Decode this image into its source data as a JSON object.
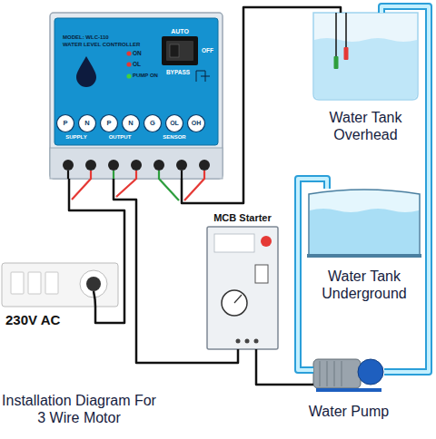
{
  "diagram": {
    "caption": "Installation Diagram For 3 Wire Motor",
    "nodes": [
      {
        "text": [
          "MODEL: WLC-110",
          "WATER LEVEL CONTROLLER"
        ]
      },
      {
        "text": [
          "Water Tank Overhead"
        ]
      },
      {
        "text": [
          "Water Tank Underground"
        ]
      },
      {
        "text": [
          "MCB Starter"
        ]
      },
      {
        "text": [
          "Water Pump"
        ]
      },
      {
        "text": [
          "230V AC"
        ]
      }
    ],
    "edges": [
      {
        "from": 5,
        "to": 0,
        "arrow": "none"
      },
      {
        "from": 0,
        "to": 3,
        "arrow": "none"
      },
      {
        "from": 0,
        "to": 1,
        "arrow": "none"
      },
      {
        "from": 3,
        "to": 4,
        "arrow": "none"
      },
      {
        "from": 2,
        "to": 4,
        "arrow": "none"
      },
      {
        "from": 4,
        "to": 1,
        "arrow": "none"
      }
    ],
    "labels": [
      "AUTO",
      "OFF",
      "BYPASS",
      "ON",
      "OL",
      "PUMP ON",
      "P",
      "N",
      "P",
      "N",
      "G",
      "OL",
      "OH",
      "SUPPLY",
      "OUTPUT",
      "SENSOR"
    ]
  }
}
